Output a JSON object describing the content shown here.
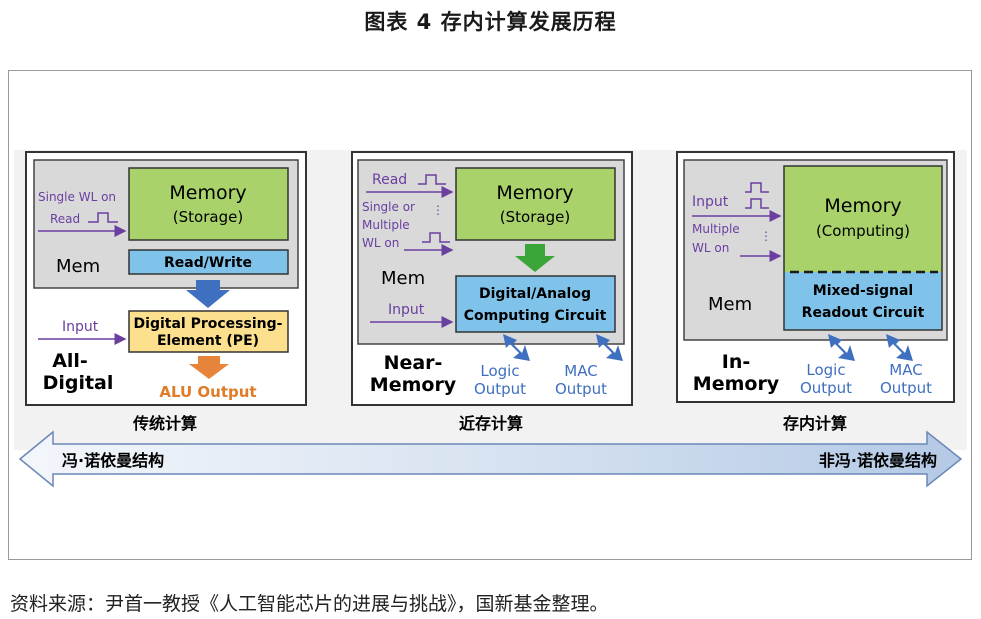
{
  "figure_title": "图表 4 存内计算发展历程",
  "source_note": "资料来源：尹首一教授《人工智能芯片的进展与挑战》，国新基金整理。",
  "colors": {
    "memory_green": "#a9d26b",
    "circuit_blue": "#7fc3ea",
    "pe_yellow": "#fde08e",
    "arrow_blue": "#3f6fbf",
    "arrow_green": "#3aa63a",
    "arrow_orange": "#e6853a",
    "signal_purple": "#6a3fa0",
    "alu_orange": "#e07b28"
  },
  "panels": {
    "left": {
      "caption": "传统计算",
      "signal_top_1": "Single WL on",
      "signal_top_2": "Read",
      "memory_title": "Memory",
      "memory_sub": "(Storage)",
      "mem_label": "Mem",
      "readwrite": "Read/Write",
      "input": "Input",
      "pe_line1": "Digital Processing-",
      "pe_line2": "Element (PE)",
      "arch_line1": "All-",
      "arch_line2": "Digital",
      "output": "ALU Output"
    },
    "middle": {
      "caption": "近存计算",
      "read": "Read",
      "signal_2": "Single or",
      "signal_3": "Multiple",
      "signal_4": "WL on",
      "memory_title": "Memory",
      "memory_sub": "(Storage)",
      "mem_label": "Mem",
      "input": "Input",
      "circuit_line1": "Digital/Analog",
      "circuit_line2": "Computing Circuit",
      "arch_line1": "Near-",
      "arch_line2": "Memory",
      "logic_out_1": "Logic",
      "logic_out_2": "Output",
      "mac_out_1": "MAC",
      "mac_out_2": "Output"
    },
    "right": {
      "caption": "存内计算",
      "input": "Input",
      "signal_2": "Multiple",
      "signal_3": "WL on",
      "memory_title": "Memory",
      "memory_sub": "(Computing)",
      "mem_label": "Mem",
      "circuit_line1": "Mixed-signal",
      "circuit_line2": "Readout Circuit",
      "arch_line1": "In-",
      "arch_line2": "Memory",
      "logic_out_1": "Logic",
      "logic_out_2": "Output",
      "mac_out_1": "MAC",
      "mac_out_2": "Output"
    }
  },
  "arrow": {
    "left_label": "冯·诺依曼结构",
    "right_label": "非冯·诺依曼结构"
  }
}
